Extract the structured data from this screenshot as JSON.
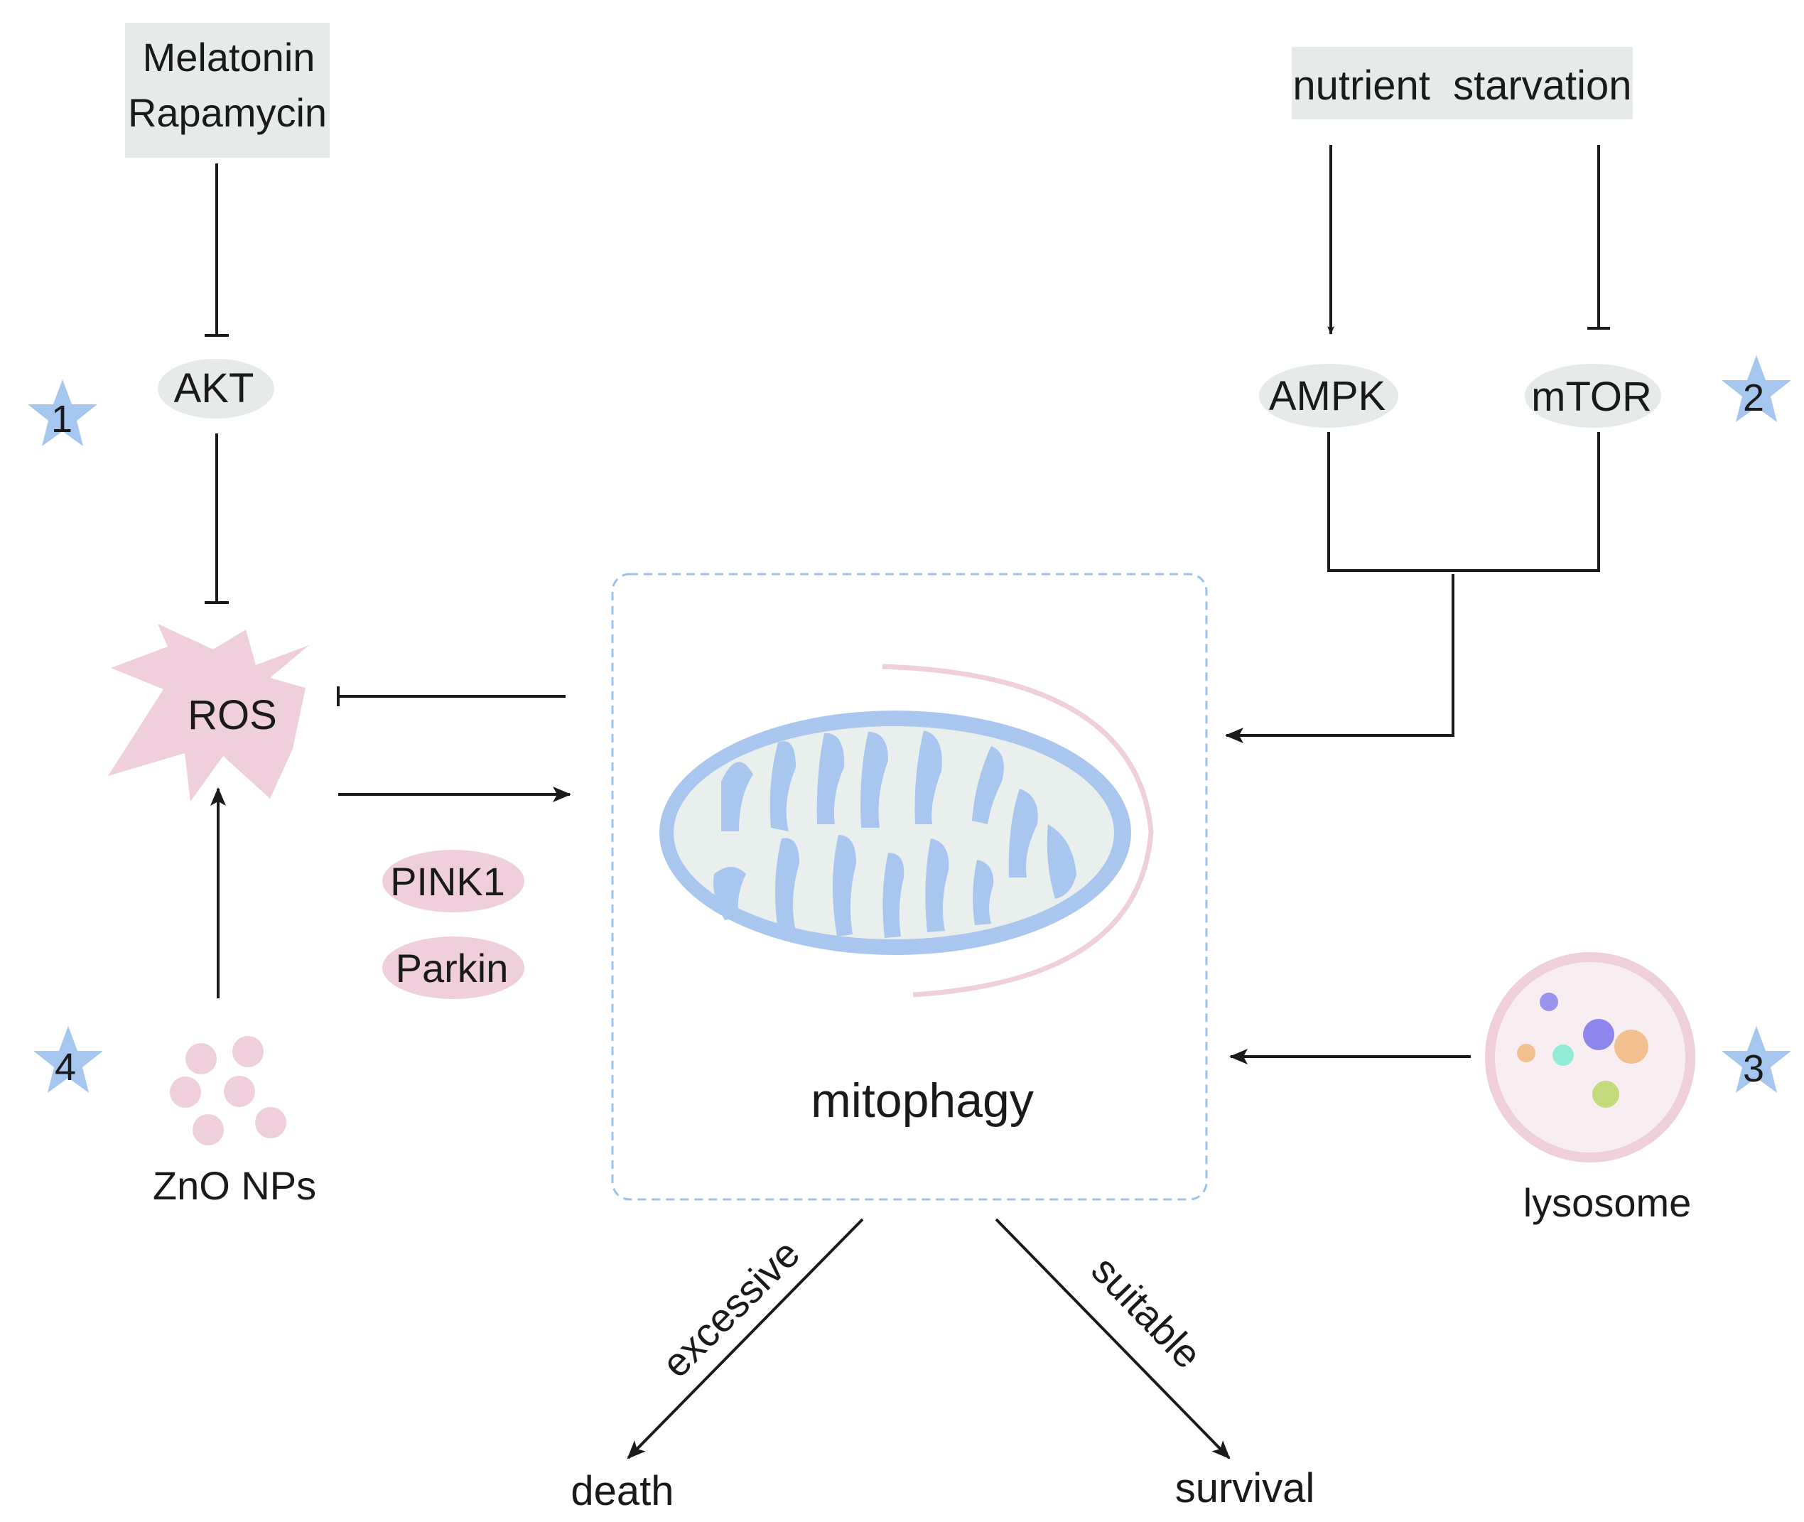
{
  "colors": {
    "label_box": "#e6ebea",
    "node_oval": "#e6ebea",
    "pink": "#f0cfdc",
    "mito_blue": "#a9c6ef",
    "mito_inner": "#e9efed",
    "dashed_box": "#9cc2ea",
    "star": "#a5c6ee",
    "line": "#1a1a1a"
  },
  "inducers": {
    "melatonin": "Melatonin",
    "rapamycin": "Rapamycin",
    "nutrient_starvation": "nutrient  starvation",
    "zno_nps": "ZnO NPs",
    "lysosome": "lysosome"
  },
  "nodes": {
    "akt": "AKT",
    "ampk": "AMPK",
    "mtor": "mTOR",
    "ros": "ROS",
    "pink1": "PINK1",
    "parkin": "Parkin"
  },
  "center": {
    "label": "mitophagy"
  },
  "outcomes": {
    "excessive_label": "excessive",
    "suitable_label": "suitable",
    "death": "death",
    "survival": "survival"
  },
  "markers": [
    "1",
    "2",
    "3",
    "4"
  ]
}
